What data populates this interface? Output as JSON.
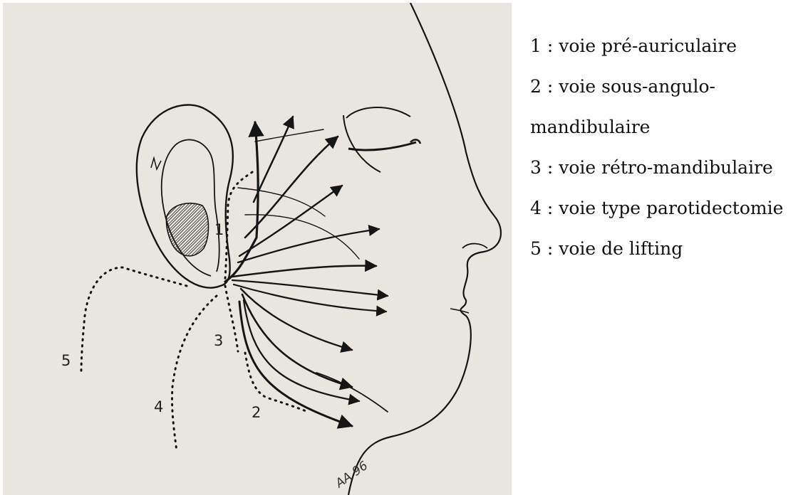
{
  "figure": {
    "route_labels": [
      "1",
      "2",
      "3",
      "4",
      "5"
    ],
    "signature": "AA 96",
    "colors": {
      "paper": "#e9e6df",
      "ink": "#151515"
    }
  },
  "legend": {
    "items": [
      "1 : voie pré-auriculaire",
      "2 : voie sous-angulo-",
      "mandibulaire",
      "3 : voie rétro-mandibulaire",
      "4 : voie type parotidectomie",
      "5 : voie de lifting"
    ]
  }
}
